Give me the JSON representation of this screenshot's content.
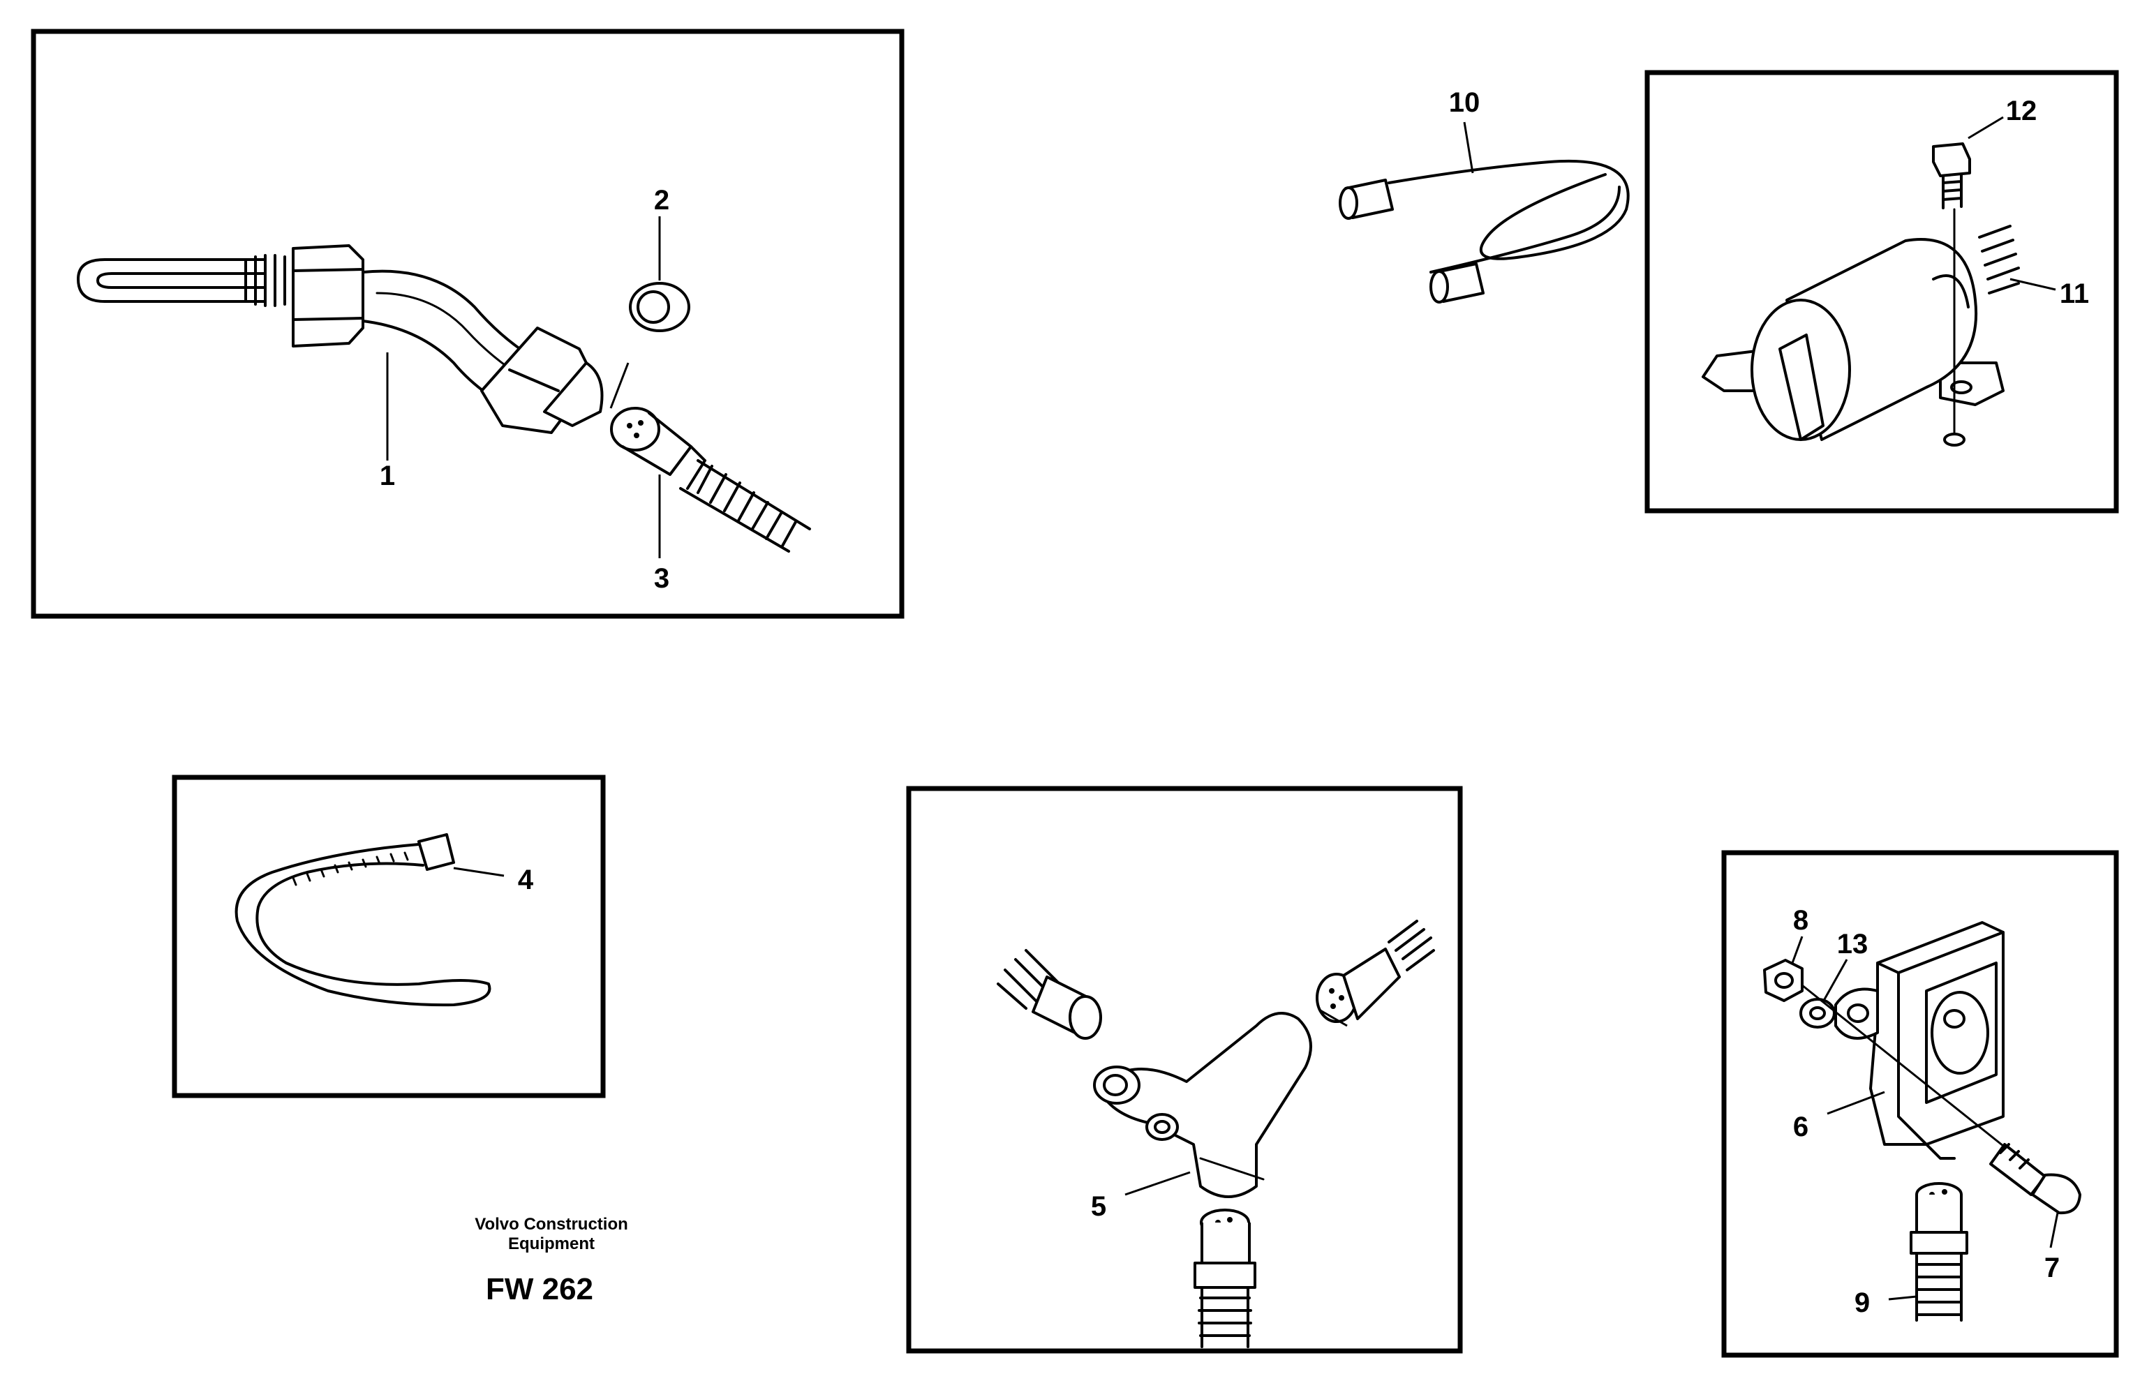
{
  "callouts": {
    "c1": "1",
    "c2": "2",
    "c3": "3",
    "c4": "4",
    "c5": "5",
    "c6": "6",
    "c7": "7",
    "c8": "8",
    "c9": "9",
    "c10": "10",
    "c11": "11",
    "c12": "12",
    "c13": "13"
  },
  "caption": {
    "line1": "Volvo Construction",
    "line2": "Equipment",
    "code": "FW 262"
  }
}
